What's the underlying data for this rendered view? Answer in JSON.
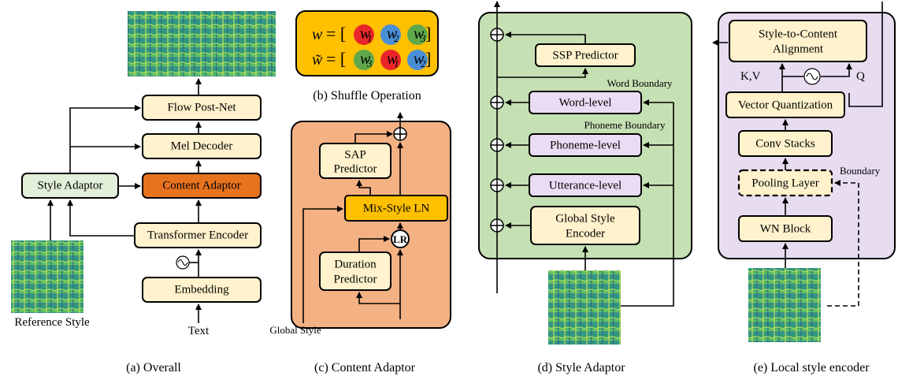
{
  "panel_a": {
    "blocks": {
      "flow_post_net": "Flow Post-Net",
      "mel_decoder": "Mel Decoder",
      "content_adaptor": "Content Adaptor",
      "style_adaptor": "Style Adaptor",
      "transformer_encoder": "Transformer Encoder",
      "embedding": "Embedding"
    },
    "reference_label": "Reference Style",
    "text_label": "Text",
    "caption": "(a) Overall"
  },
  "panel_b": {
    "eq1_lhs": "w",
    "eq2_lhs": "w̃",
    "equals": "= [",
    "close": "]",
    "row1": [
      {
        "base": "w",
        "sub": "1",
        "color": "#e8262a"
      },
      {
        "base": "w",
        "sub": "2",
        "color": "#4a8fd6"
      },
      {
        "base": "w",
        "sub": "3",
        "color": "#5ea84b"
      }
    ],
    "row2": [
      {
        "base": "w",
        "sub": "3",
        "color": "#5ea84b"
      },
      {
        "base": "w",
        "sub": "1",
        "color": "#e8262a"
      },
      {
        "base": "w",
        "sub": "2",
        "color": "#4a8fd6"
      }
    ],
    "caption": "(b) Shuffle Operation"
  },
  "panel_c": {
    "sap_line1": "SAP",
    "sap_line2": "Predictor",
    "mix_style": "Mix-Style LN",
    "lr": "LR",
    "duration_line1": "Duration",
    "duration_line2": "Predictor",
    "global_style": "Global Style",
    "caption": "(c) Content Adaptor"
  },
  "panel_d": {
    "ssp": "SSP Predictor",
    "word_boundary": "Word Boundary",
    "word_level": "Word-level",
    "phoneme_boundary": "Phoneme Boundary",
    "phoneme_level": "Phoneme-level",
    "utterance_level": "Utterance-level",
    "gse_line1": "Global Style",
    "gse_line2": "Encoder",
    "caption": "(d) Style Adaptor"
  },
  "panel_e": {
    "align_line1": "Style-to-Content",
    "align_line2": "Alignment",
    "kv": "K,V",
    "q": "Q",
    "vq": "Vector Quantization",
    "conv": "Conv Stacks",
    "pooling": "Pooling Layer",
    "boundary": "Boundary",
    "wn": "WN Block",
    "caption": "(e) Local style encoder"
  },
  "colors": {
    "block_fill": "#fff2cc",
    "content_adaptor_fill": "#e8731f",
    "style_adaptor_fill": "#e2efd9",
    "panel_c_bg": "#f4b183",
    "panel_d_bg": "#c5e0b3",
    "panel_e_bg": "#e8dcf1",
    "level_fill": "#eadcf4",
    "shuffle_bg": "#ffc000",
    "mix_style_fill": "#ffc000"
  }
}
